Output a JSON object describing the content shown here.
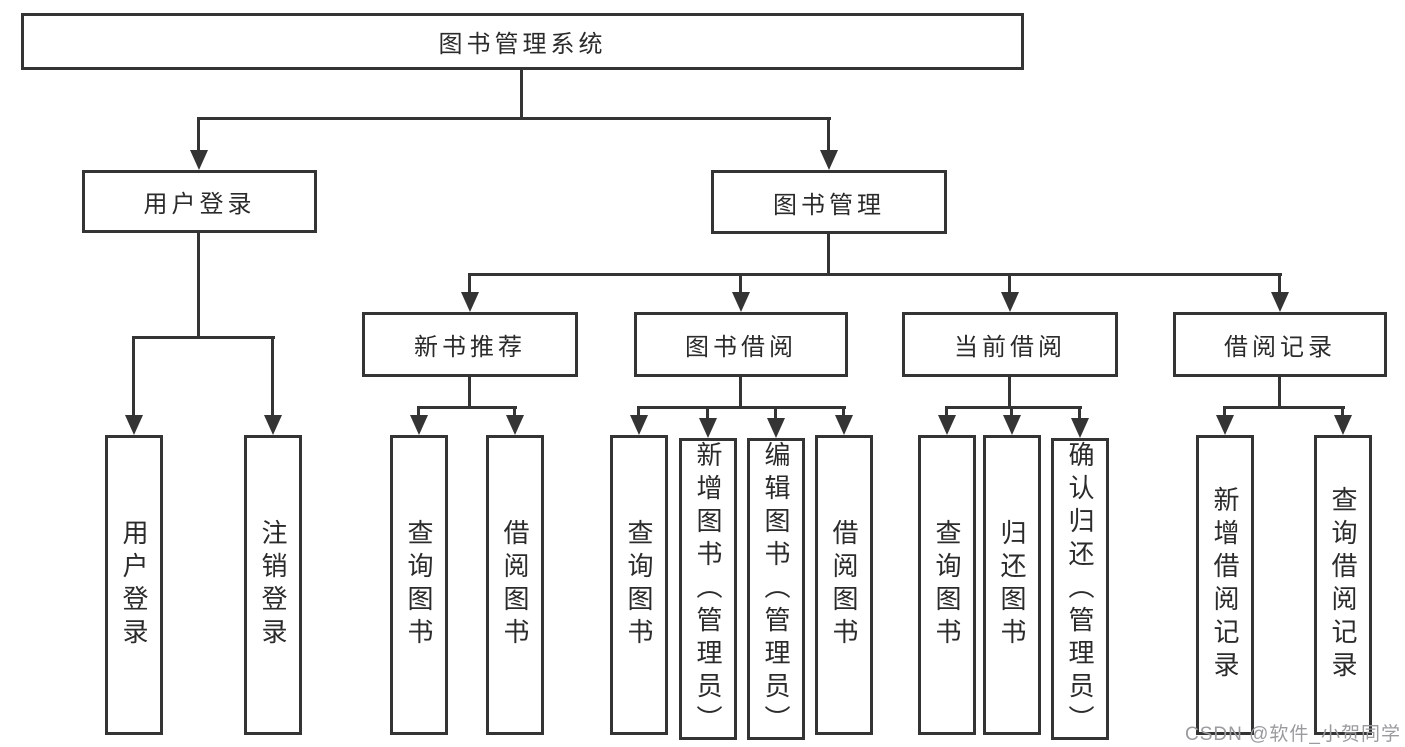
{
  "diagram": {
    "root": {
      "label": "图书管理系统"
    },
    "branches": [
      {
        "label": "用户登录",
        "children": [
          {
            "label": "用户登录"
          },
          {
            "label": "注销登录"
          }
        ]
      },
      {
        "label": "图书管理",
        "children": [
          {
            "label": "新书推荐",
            "children": [
              {
                "label": "查询图书"
              },
              {
                "label": "借阅图书"
              }
            ]
          },
          {
            "label": "图书借阅",
            "children": [
              {
                "label": "查询图书"
              },
              {
                "label": "新增图书（管理员）"
              },
              {
                "label": "编辑图书（管理员）"
              },
              {
                "label": "借阅图书"
              }
            ]
          },
          {
            "label": "当前借阅",
            "children": [
              {
                "label": "查询图书"
              },
              {
                "label": "归还图书"
              },
              {
                "label": "确认归还（管理员）"
              }
            ]
          },
          {
            "label": "借阅记录",
            "children": [
              {
                "label": "新增借阅记录"
              },
              {
                "label": "查询借阅记录"
              }
            ]
          }
        ]
      }
    ]
  },
  "watermark": "CSDN @软件_小贺同学",
  "colors": {
    "line": "#343434",
    "box_border": "#343434",
    "text": "#2b2b2b",
    "watermark": "#9b9b9f",
    "background": "#ffffff"
  }
}
